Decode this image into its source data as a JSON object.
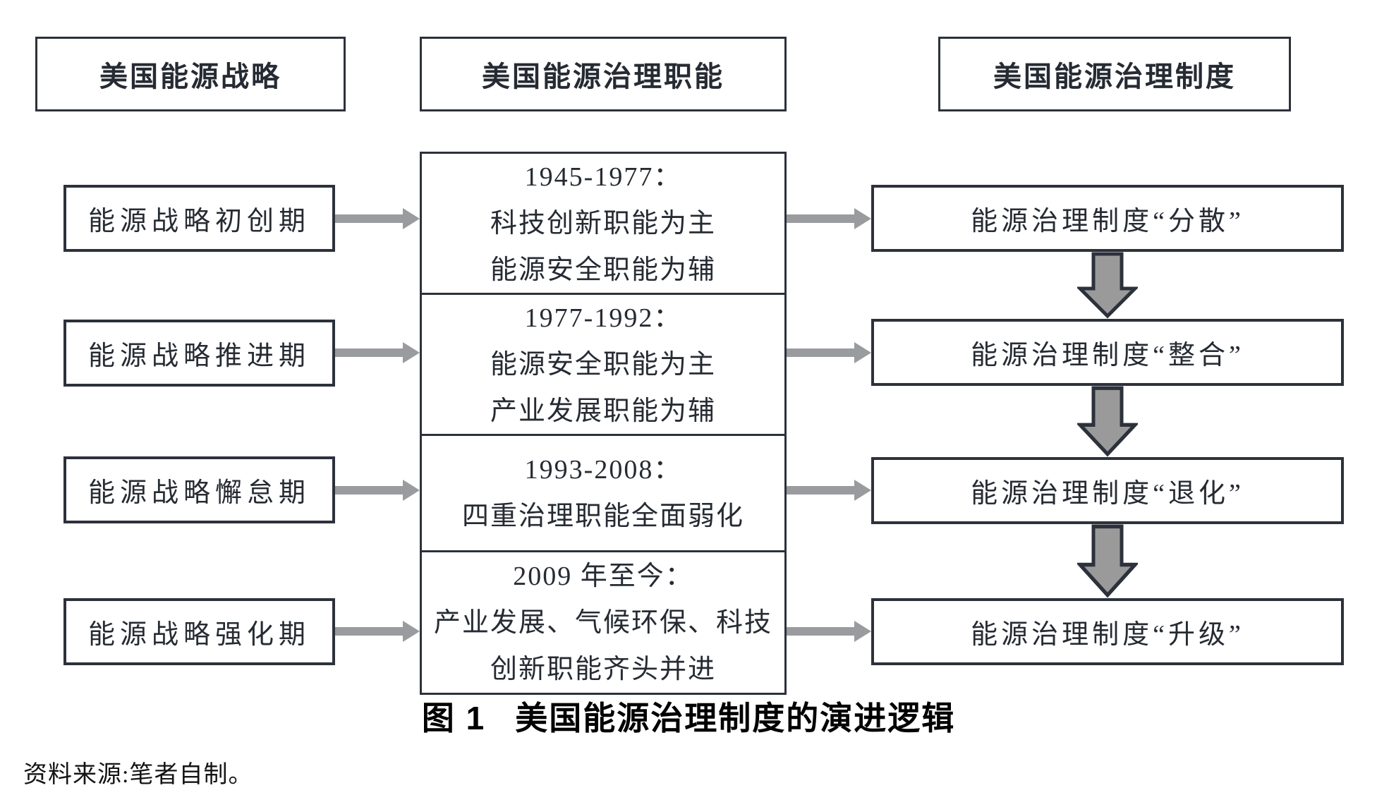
{
  "colors": {
    "box_border": "#2c313b",
    "arrow_gray": "#9a9b9f",
    "block_arrow_fill": "#9a9a9a",
    "block_arrow_border": "#2c313b"
  },
  "headers": {
    "strategy": "美国能源战略",
    "functions": "美国能源治理职能",
    "institutions": "美国能源治理制度"
  },
  "strategy_stages": [
    "能源战略初创期",
    "能源战略推进期",
    "能源战略懈怠期",
    "能源战略强化期"
  ],
  "function_periods": [
    {
      "era": "1945-1977：",
      "line2": "科技创新职能为主",
      "line3": "能源安全职能为辅"
    },
    {
      "era": "1977-1992：",
      "line2": "能源安全职能为主",
      "line3": "产业发展职能为辅"
    },
    {
      "era": "1993-2008：",
      "line2": "四重治理职能全面弱化"
    },
    {
      "era": "2009 年至今：",
      "line2": "产业发展、气候环保、科技",
      "line3": "创新职能齐头并进"
    }
  ],
  "institution_states": [
    "能源治理制度“分散”",
    "能源治理制度“整合”",
    "能源治理制度“退化”",
    "能源治理制度“升级”"
  ],
  "caption": {
    "figure_label": "图 1",
    "title": "美国能源治理制度的演进逻辑"
  },
  "source_note": "资料来源:笔者自制。"
}
